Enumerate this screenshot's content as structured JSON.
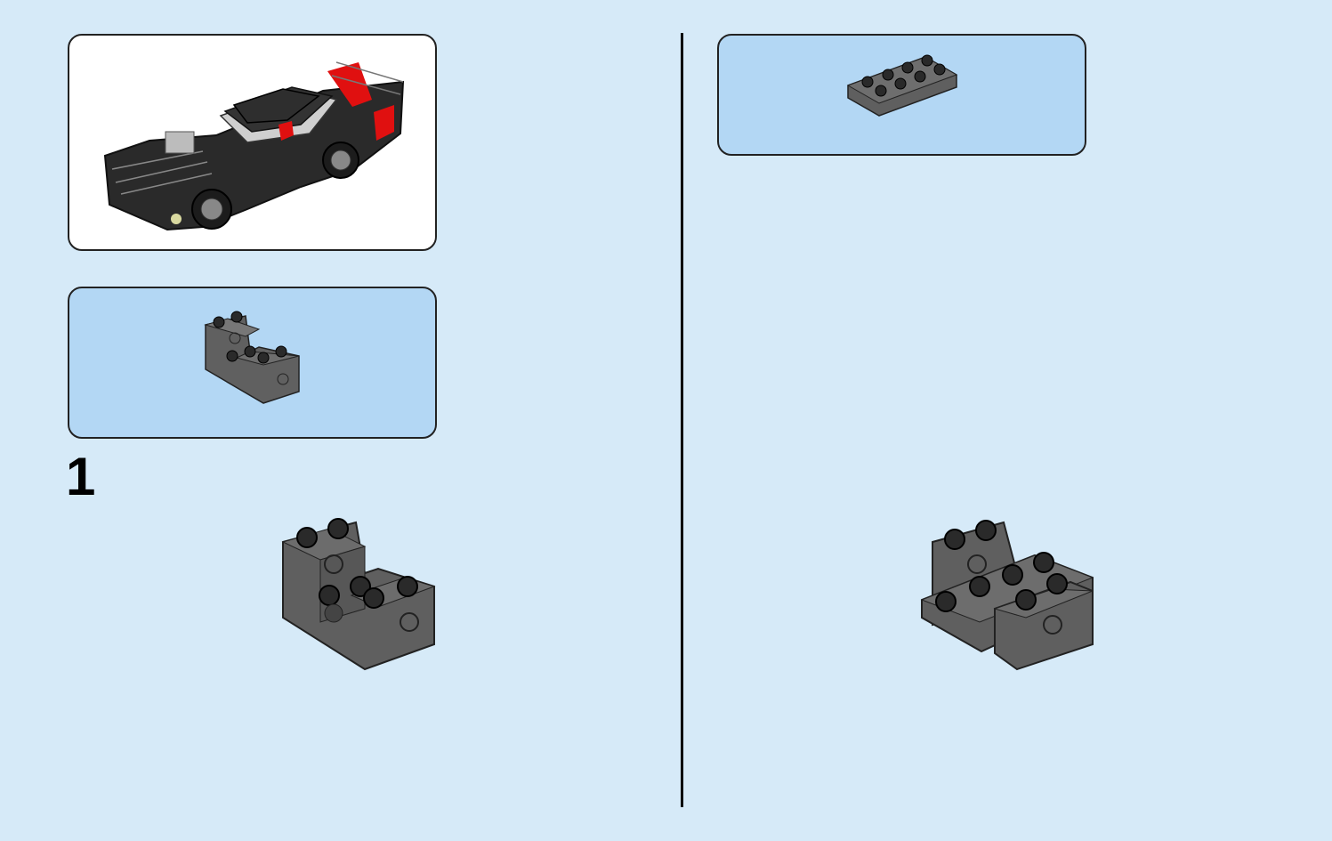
{
  "steps": [
    {
      "number": "1",
      "parts": [
        {
          "icon": "technic-brick-u-shape-dark-gray-icon",
          "quantity": 1
        }
      ]
    },
    {
      "number": "",
      "parts": [
        {
          "icon": "plate-2x4-dark-gray-icon",
          "quantity": 1
        }
      ]
    }
  ],
  "colors": {
    "background": "#d6eaf8",
    "parts_callout": "#b3d7f4",
    "brick_dark_gray": "#5f5f5f",
    "car_red": "#e01010",
    "car_black": "#222222"
  }
}
